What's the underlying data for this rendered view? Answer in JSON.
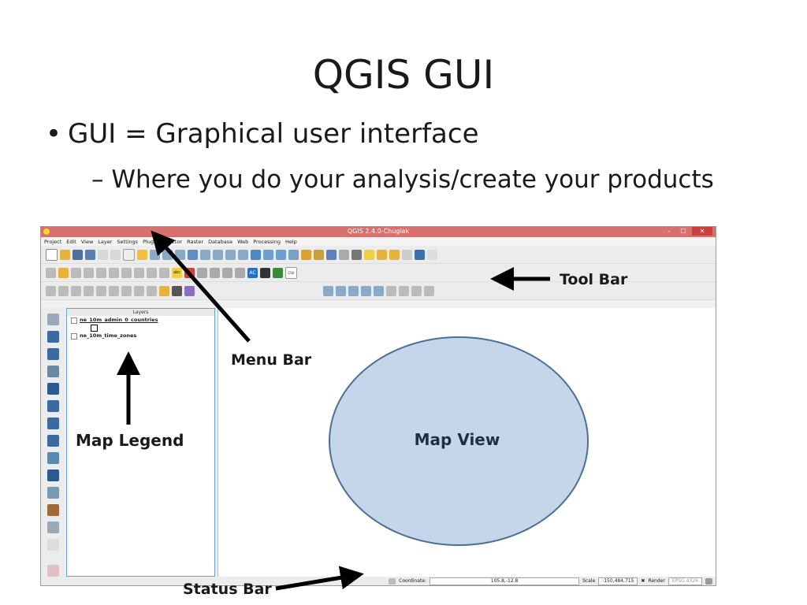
{
  "slide": {
    "title": "QGIS GUI",
    "bullet_marker": "•",
    "bullet1": "GUI = Graphical user interface",
    "bullet2": "– Where you do your analysis/create your products"
  },
  "qgis": {
    "window_title": "QGIS 2.4.0-Chugiak",
    "window_buttons": [
      "–",
      "☐",
      "✕"
    ],
    "menu": [
      "Project",
      "Edit",
      "View",
      "Layer",
      "Settings",
      "Plugins",
      "Vector",
      "Raster",
      "Database",
      "Web",
      "Processing",
      "Help"
    ],
    "legend": {
      "header": "Layers",
      "layers": [
        "ne_10m_admin_0_countries",
        "ne_10m_time_zones"
      ]
    },
    "status": {
      "coordinate_label": "Coordinate:",
      "coordinate_value": "105.8,-12.8",
      "scale_label": "Scale",
      "scale_value": ":150,484,715",
      "render_label": "Render",
      "epsg": "EPSG:4326"
    },
    "toolbar_text_icons": {
      "abc": "abc",
      "ac": "AC",
      "csv": "CSV"
    }
  },
  "annotations": {
    "tool_bar": "Tool Bar",
    "menu_bar": "Menu Bar",
    "map_legend": "Map Legend",
    "map_view": "Map View",
    "status_bar": "Status Bar"
  },
  "colors": {
    "titlebar": "#d9706e",
    "legend_border": "#6aa0d8",
    "map_view_fill": "#c6d6ea",
    "map_view_stroke": "#4a6f96"
  }
}
